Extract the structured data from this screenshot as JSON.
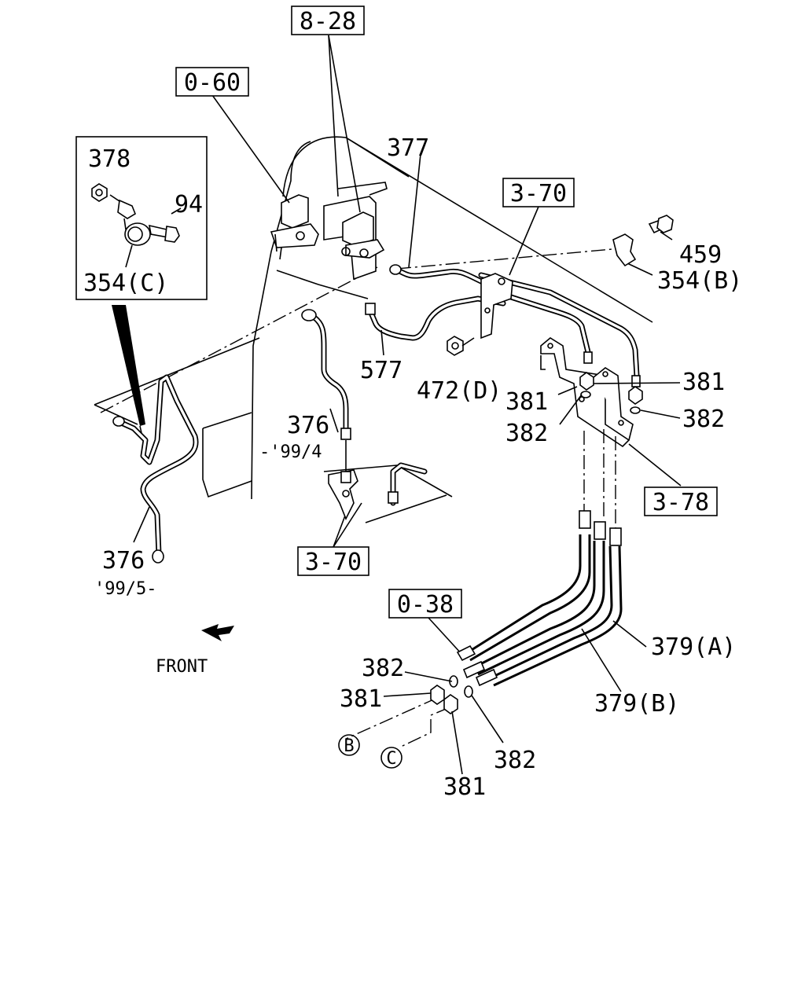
{
  "diagram": {
    "refs": [
      {
        "id": "ref-8-28",
        "text": "8-28"
      },
      {
        "id": "ref-0-60",
        "text": "0-60"
      },
      {
        "id": "ref-3-70-top",
        "text": "3-70"
      },
      {
        "id": "ref-3-78",
        "text": "3-78"
      },
      {
        "id": "ref-3-70-bottom",
        "text": "3-70"
      },
      {
        "id": "ref-0-38",
        "text": "0-38"
      }
    ],
    "parts": [
      {
        "id": "p378",
        "text": "378"
      },
      {
        "id": "p94",
        "text": "94"
      },
      {
        "id": "p354c",
        "text": "354(C)"
      },
      {
        "id": "p377",
        "text": "377"
      },
      {
        "id": "p459",
        "text": "459"
      },
      {
        "id": "p354b",
        "text": "354(B)"
      },
      {
        "id": "p577",
        "text": "577"
      },
      {
        "id": "p472d",
        "text": "472(D)"
      },
      {
        "id": "p381a",
        "text": "381"
      },
      {
        "id": "p381b",
        "text": "381"
      },
      {
        "id": "p382a",
        "text": "382"
      },
      {
        "id": "p382b",
        "text": "382"
      },
      {
        "id": "p376a",
        "text": "376"
      },
      {
        "id": "p376b",
        "text": "376"
      },
      {
        "id": "p379a",
        "text": "379(A)"
      },
      {
        "id": "p379b",
        "text": "379(B)"
      },
      {
        "id": "p382c",
        "text": "382"
      },
      {
        "id": "p381c",
        "text": "381"
      },
      {
        "id": "p382d",
        "text": "382"
      },
      {
        "id": "p381d",
        "text": "381"
      }
    ],
    "notes": [
      {
        "id": "note-99-4",
        "text": "-'99/4"
      },
      {
        "id": "note-99-5",
        "text": "'99/5-"
      },
      {
        "id": "note-front",
        "text": "FRONT"
      }
    ],
    "markers": [
      {
        "id": "marker-b",
        "text": "B"
      },
      {
        "id": "marker-c",
        "text": "C"
      }
    ]
  }
}
